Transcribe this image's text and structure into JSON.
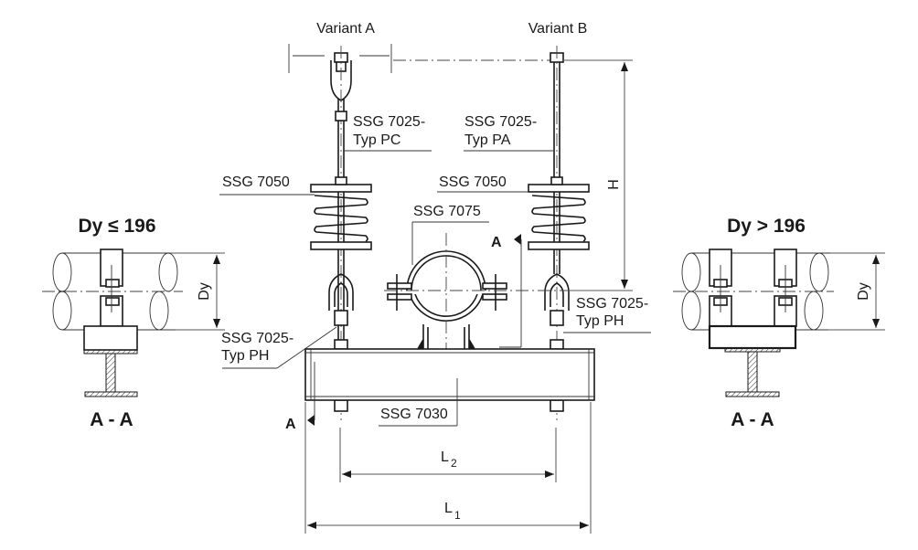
{
  "variants": {
    "a": "Variant A",
    "b": "Variant B"
  },
  "labels": {
    "rod_pc_line1": "SSG 7025-",
    "rod_pc_line2": "Typ PC",
    "rod_pa_line1": "SSG 7025-",
    "rod_pa_line2": "Typ PA",
    "spring_left": "SSG 7050",
    "spring_right": "SSG 7050",
    "clamp": "SSG 7075",
    "eye_left_line1": "SSG 7025-",
    "eye_left_line2": "Typ PH",
    "eye_right_line1": "SSG 7025-",
    "eye_right_line2": "Typ PH",
    "beam": "SSG 7030"
  },
  "dimensions": {
    "height": "H",
    "l2": "L",
    "l2_sub": "2",
    "l1": "L",
    "l1_sub": "1",
    "dy": "Dy"
  },
  "sections": {
    "marker": "A",
    "left_title": "Dy ≤ 196",
    "right_title": "Dy > 196",
    "left_caption": "A - A",
    "right_caption": "A - A"
  }
}
